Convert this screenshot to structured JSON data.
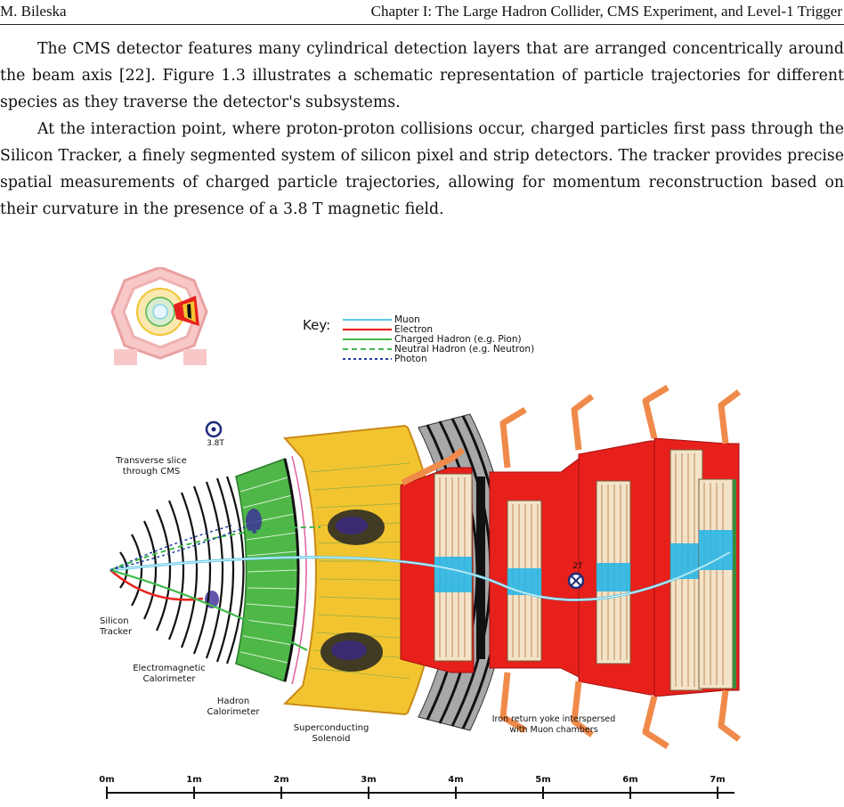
{
  "header": {
    "author": "M. Bileska",
    "chapter": "Chapter I: The Large Hadron Collider, CMS Experiment, and Level-1 Trigger"
  },
  "paragraphs": [
    "The CMS detector features many cylindrical detection layers that are arranged concentrically around the beam axis [22]. Figure 1.3 illustrates a schematic representation of particle trajectories for different species as they traverse the detector's subsystems.",
    "At the interaction point, where proton-proton collisions occur, charged particles first pass through the Silicon Tracker, a finely segmented system of silicon pixel and strip detectors. The tracker provides precise spatial measurements of charged particle trajectories, allowing for momentum reconstruction based on their curvature in the presence of a 3.8 T magnetic field."
  ],
  "figure": {
    "key_title": "Key:",
    "legend": [
      {
        "label": "Muon",
        "color": "#5ec8e5",
        "style": "solid"
      },
      {
        "label": "Electron",
        "color": "#e8241f",
        "style": "solid"
      },
      {
        "label": "Charged Hadron (e.g. Pion)",
        "color": "#3fb94a",
        "style": "solid"
      },
      {
        "label": "Neutral Hadron (e.g. Neutron)",
        "color": "#3fb94a",
        "style": "dashed"
      },
      {
        "label": "Photon",
        "color": "#1f3f9e",
        "style": "dotted"
      }
    ],
    "inset_caption_1": "Transverse slice",
    "inset_caption_2": "through CMS",
    "field_inner": "3.8T",
    "field_outer": "2T",
    "labels": {
      "tracker_1": "Silicon",
      "tracker_2": "Tracker",
      "ecal_1": "Electromagnetic",
      "ecal_2": "Calorimeter",
      "hcal_1": "Hadron",
      "hcal_2": "Calorimeter",
      "solenoid_1": "Superconducting",
      "solenoid_2": "Solenoid",
      "yoke_1": "Iron return yoke interspersed",
      "yoke_2": "with Muon chambers"
    },
    "scale_ticks": [
      "0m",
      "1m",
      "2m",
      "3m",
      "4m",
      "5m",
      "6m",
      "7m"
    ],
    "colors": {
      "yoke": "#e8201b",
      "hcal": "#f2c530",
      "ecal": "#4fb748",
      "solenoid": "#a0a0a0",
      "muon_chamber": "#f3e3c8",
      "chamber_highlight": "#29b6e6"
    }
  }
}
